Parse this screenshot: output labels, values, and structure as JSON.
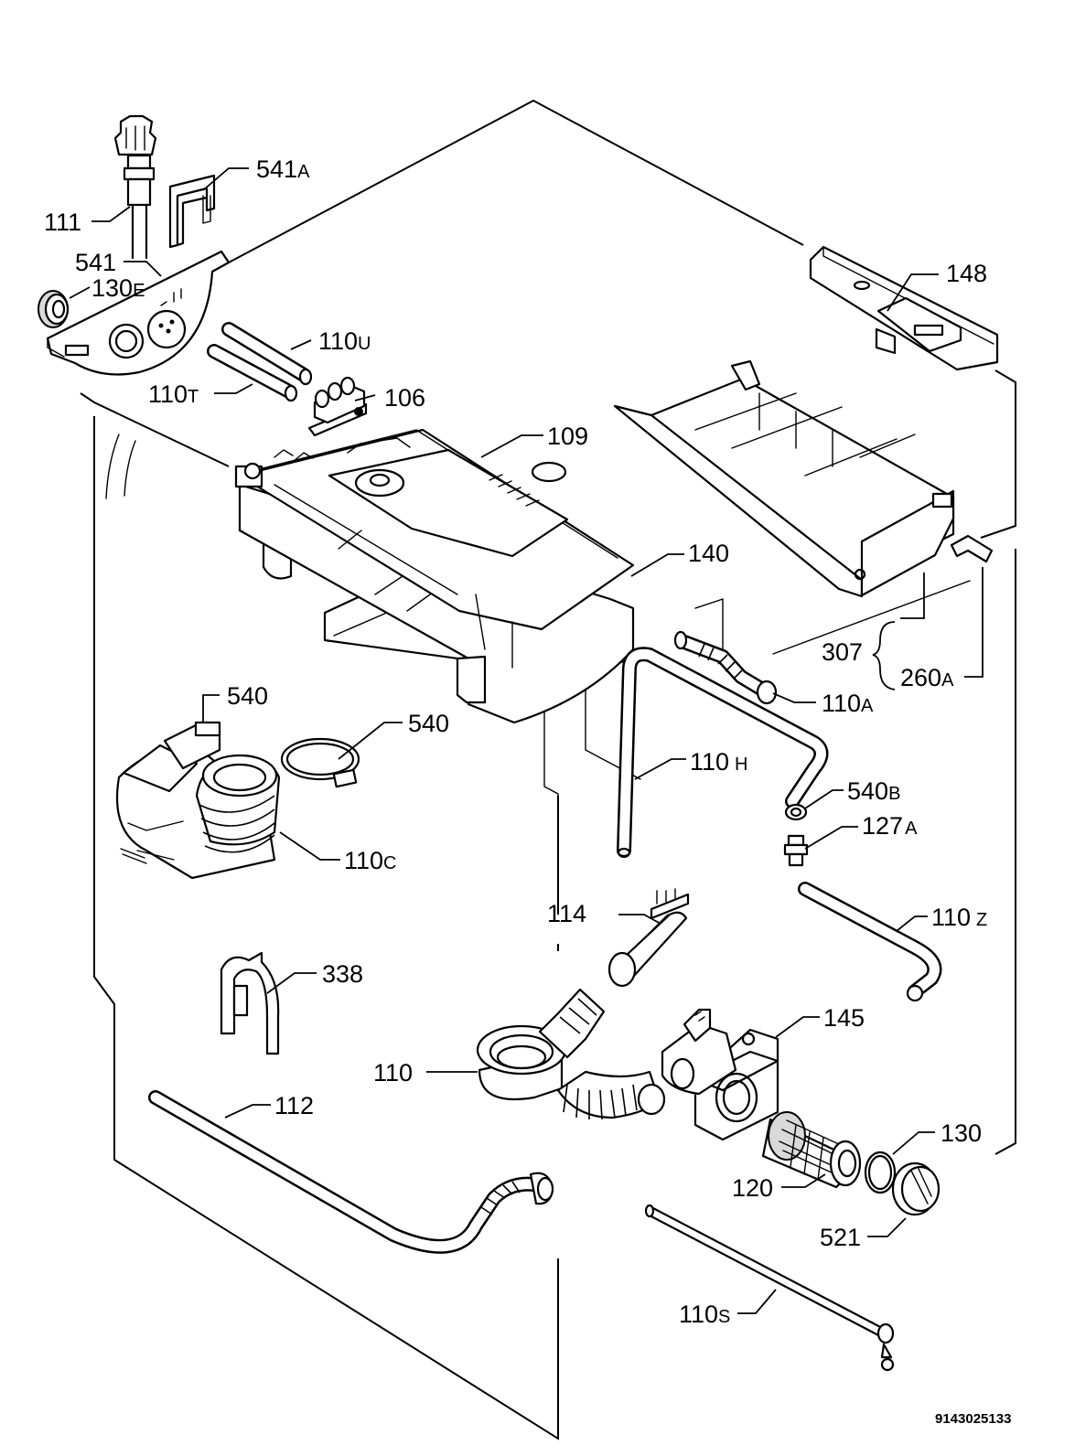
{
  "labels": {
    "l541a": {
      "num": "541",
      "suf": "A"
    },
    "l111": {
      "num": "111",
      "suf": ""
    },
    "l541": {
      "num": "541",
      "suf": ""
    },
    "l130e": {
      "num": "130",
      "suf": "E"
    },
    "l110u": {
      "num": "110",
      "suf": "U"
    },
    "l110t": {
      "num": "110",
      "suf": "T"
    },
    "l106": {
      "num": "106",
      "suf": ""
    },
    "l109": {
      "num": "109",
      "suf": ""
    },
    "l148": {
      "num": "148",
      "suf": ""
    },
    "l140": {
      "num": "140",
      "suf": ""
    },
    "l307": {
      "num": "307",
      "suf": ""
    },
    "l260a": {
      "num": "260",
      "suf": "A"
    },
    "l110a": {
      "num": "110",
      "suf": "A"
    },
    "l540a": {
      "num": "540",
      "suf": ""
    },
    "l540b": {
      "num": "540",
      "suf": ""
    },
    "l110h": {
      "num": "110",
      "suf": "H"
    },
    "l540bb": {
      "num": "540",
      "suf": "B"
    },
    "l127a": {
      "num": "127",
      "suf": "A"
    },
    "l110c": {
      "num": "110",
      "suf": "C"
    },
    "l114": {
      "num": "114",
      "suf": ""
    },
    "l110z": {
      "num": "110",
      "suf": "Z"
    },
    "l338": {
      "num": "338",
      "suf": ""
    },
    "l145": {
      "num": "145",
      "suf": ""
    },
    "l110": {
      "num": "110",
      "suf": ""
    },
    "l112": {
      "num": "112",
      "suf": ""
    },
    "l130": {
      "num": "130",
      "suf": ""
    },
    "l120": {
      "num": "120",
      "suf": ""
    },
    "l521": {
      "num": "521",
      "suf": ""
    },
    "l110s": {
      "num": "110",
      "suf": "S"
    }
  },
  "drawing_number": "9143025133",
  "icons": [
    "hose-icon",
    "clamp-icon",
    "valve-icon",
    "filter-icon",
    "drawer-icon",
    "pump-icon",
    "ring-icon"
  ]
}
